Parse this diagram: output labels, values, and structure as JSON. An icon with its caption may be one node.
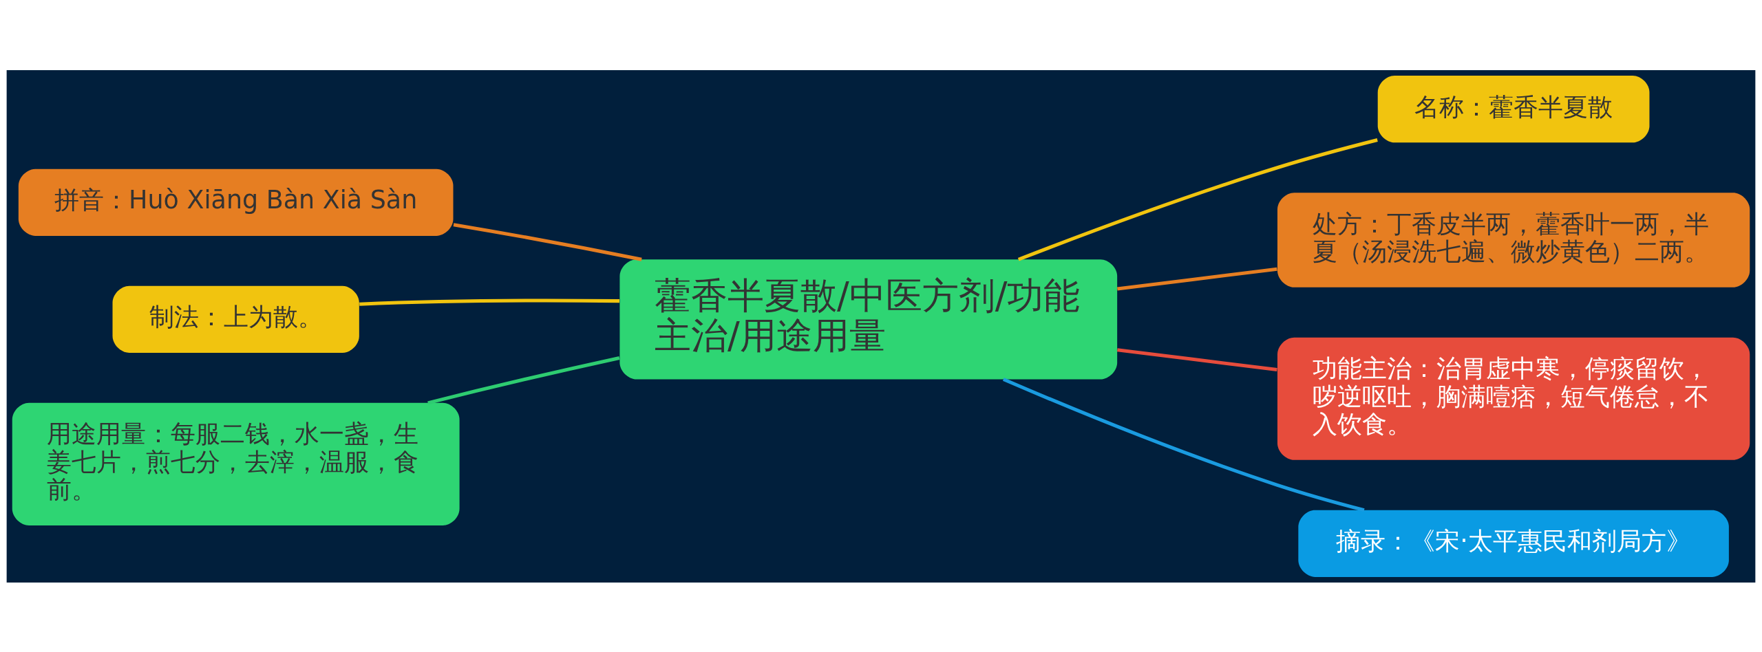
{
  "diagram": {
    "nodes": [
      {
        "text": [
          "藿香半夏散/中医方剂/功能主治/用途用量"
        ]
      },
      {
        "text": [
          "名称：藿香半夏散"
        ]
      },
      {
        "text": [
          "处方：丁香皮半两，藿香叶一两，半夏（汤浸洗七遍、微炒黄色）二两。"
        ]
      },
      {
        "text": [
          "功能主治：治胃虚中寒，停痰留饮，哕逆呕吐，胸满噎痞，短气倦怠，不入饮食。"
        ]
      },
      {
        "text": [
          "摘录：《宋·太平惠民和剂局方》"
        ]
      },
      {
        "text": [
          "拼音：Huò Xiāng Bàn Xià Sàn"
        ]
      },
      {
        "text": [
          "制法：上为散。"
        ]
      },
      {
        "text": [
          "用途用量：每服二钱，水一盏，生姜七片，煎七分，去滓，温服，食前。"
        ]
      }
    ],
    "edges": [
      {
        "from": 0,
        "to": 1,
        "arrow": "none",
        "color": "#f1c40f"
      },
      {
        "from": 0,
        "to": 2,
        "arrow": "none",
        "color": "#e67e22"
      },
      {
        "from": 0,
        "to": 3,
        "arrow": "none",
        "color": "#e74c3c"
      },
      {
        "from": 0,
        "to": 4,
        "arrow": "none",
        "color": "#1a9be0"
      },
      {
        "from": 0,
        "to": 5,
        "arrow": "none",
        "color": "#e67e22"
      },
      {
        "from": 0,
        "to": 6,
        "arrow": "none",
        "color": "#f1c40f"
      },
      {
        "from": 0,
        "to": 7,
        "arrow": "none",
        "color": "#2ecc71"
      }
    ]
  }
}
